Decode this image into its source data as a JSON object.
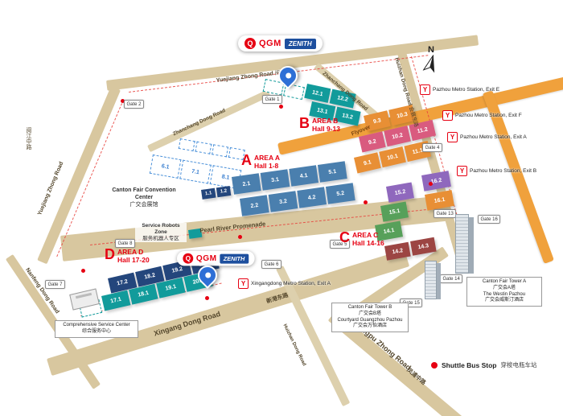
{
  "logos": {
    "qgm_mark": "Q",
    "qgm": "QGM",
    "zenith": "ZENITH"
  },
  "compass": {
    "n": "N"
  },
  "areas": {
    "a": {
      "letter": "A",
      "line1": "AREA A",
      "line2": "Hall 1-8"
    },
    "b": {
      "letter": "B",
      "line1": "AREA B",
      "line2": "Hall 9-13"
    },
    "c": {
      "letter": "C",
      "line1": "AREA C",
      "line2": "Hall 14-16"
    },
    "d": {
      "letter": "D",
      "line1": "AREA D",
      "line2": "Hall 17-20"
    }
  },
  "halls": {
    "a": {
      "tiny": [
        "1.1",
        "1.2"
      ],
      "row1": [
        "2.1",
        "3.1",
        "4.1",
        "5.1"
      ],
      "row2": [
        "2.2",
        "3.2",
        "4.2",
        "5.2"
      ],
      "dashed": [
        "6.1",
        "7.1",
        "8.1"
      ]
    },
    "b": {
      "north_row1": [
        "12.1",
        "12.2"
      ],
      "north_row2": [
        "13.1",
        "13.2"
      ],
      "south_row1": [
        "9.3",
        "10.3"
      ],
      "south_row2": [
        "9.2",
        "10.2",
        "11.2"
      ],
      "south_row3": [
        "9.1",
        "10.1",
        "11.1"
      ]
    },
    "c": {
      "h16_2": "16.2",
      "h16_1": "16.1",
      "h15_2": "15.2",
      "h15_1": "15.1",
      "h14_1": "14.1",
      "h14_2": "14.2",
      "h14_3": "14.3"
    },
    "d": {
      "upper": [
        "17.2",
        "18.2",
        "19.2",
        "20.2"
      ],
      "lower": [
        "17.1",
        "18.1",
        "19.1",
        "20.1"
      ]
    }
  },
  "roads": {
    "yuejiang_left": "Yuejiang Zhong Road",
    "yuejiang_left_zh": "阅江中路",
    "yuejiang_top": "Yuejiang Zhong Road",
    "yuejiang_top_zh": "阅江中路",
    "zhanchang_mid": "Zhanchang Dong Road",
    "zhanchang_top": "Zhanchang Dong Road",
    "huizhan_top": "Huizhan Dong Road",
    "huizhan_top_zh": "会展东路",
    "huizhan_bottom": "Huizhan Dong Road",
    "xingang": "Xingang Dong Road",
    "xingang_zh": "新港东路",
    "fengpu": "Fengpu Zhong Road",
    "fengpu_zh": "凤浦中路",
    "nanfeng": "Nanfeng Dong Road",
    "promenade": "Pearl River Promenade",
    "flyover": "Flyover"
  },
  "gates": {
    "g1": "Gate 1",
    "g2": "Gate 2",
    "g4": "Gate 4",
    "g5": "Gate 5",
    "g6": "Gate 6",
    "g7": "Gate 7",
    "g8": "Gate 8",
    "g13": "Gate 13",
    "g14": "Gate 14",
    "g15": "Gate 15",
    "g16": "Gate 16"
  },
  "metro": {
    "logo": "Y",
    "pazhou_e": "Pazhou Metro Station, Exit E",
    "pazhou_f": "Pazhou Metro Station, Exit F",
    "pazhou_a": "Pazhou Metro Station, Exit A",
    "pazhou_b": "Pazhou Metro Station, Exit B",
    "xingangdong": "Xingangdong Metro Station, Exit A"
  },
  "places": {
    "convention_en": "Canton Fair Convention Center",
    "convention_zh": "广交会展馆",
    "robots_en": "Service Robots Zone",
    "robots_zh": "服务机器人专区",
    "service_center_en": "Comprehensive Service Center",
    "service_center_zh": "综合服务中心",
    "tower_a_en": "Canton Fair Tower A",
    "tower_a_zh": "广交会A塔",
    "westin_en": "The Westin Pazhou",
    "westin_zh": "广交会威斯汀酒店",
    "tower_b_en": "Canton Fair Tower B",
    "tower_b_zh": "广交会B塔",
    "courtyard_en": "Courtyard Guangzhou Pazhou",
    "courtyard_zh": "广交会万怡酒店"
  },
  "legend": {
    "shuttle_en": "Shuttle Bus Stop",
    "shuttle_zh": "穿梭电瓶车站"
  },
  "colors": {
    "accent_red": "#e60012",
    "hall_blue": "#4a7fae",
    "hall_navy": "#24467c",
    "hall_teal": "#129b9b",
    "hall_orange": "#e88f35",
    "hall_pink": "#d95b7f",
    "hall_purple": "#8f68bd",
    "hall_green": "#57a05a",
    "hall_maroon": "#9c4543",
    "road_tan": "#d8c79f",
    "flyover_orange": "#f0a13c"
  }
}
